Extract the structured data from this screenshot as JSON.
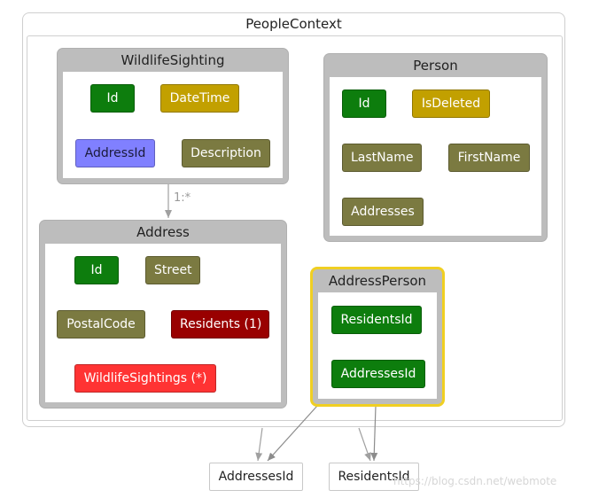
{
  "context": {
    "title": "PeopleContext"
  },
  "entities": {
    "wildlife": {
      "title": "WildlifeSighting",
      "props": [
        "Id",
        "DateTime",
        "AddressId",
        "Description"
      ]
    },
    "person": {
      "title": "Person",
      "props": [
        "Id",
        "IsDeleted",
        "LastName",
        "FirstName",
        "Addresses"
      ]
    },
    "address": {
      "title": "Address",
      "props": [
        "Id",
        "Street",
        "PostalCode",
        "Residents (1)",
        "WildlifeSightings (*)"
      ]
    },
    "addressPerson": {
      "title": "AddressPerson",
      "props": [
        "ResidentsId",
        "AddressesId"
      ]
    }
  },
  "relationships": {
    "wildlife_to_address": "1:*"
  },
  "nodes": {
    "addressesId": "AddressesId",
    "residentsId": "ResidentsId"
  },
  "watermark": "https://blog.csdn.net/webmote",
  "colors": {
    "key": "#0d7d0d",
    "property": "#7b7a41",
    "gold": "#c2a000",
    "foreign_key": "#8080ff",
    "navigation_single": "#990000",
    "navigation_collection": "#ff3333",
    "selected_border": "#f0cf22",
    "entity_header": "#bdbdbd"
  }
}
